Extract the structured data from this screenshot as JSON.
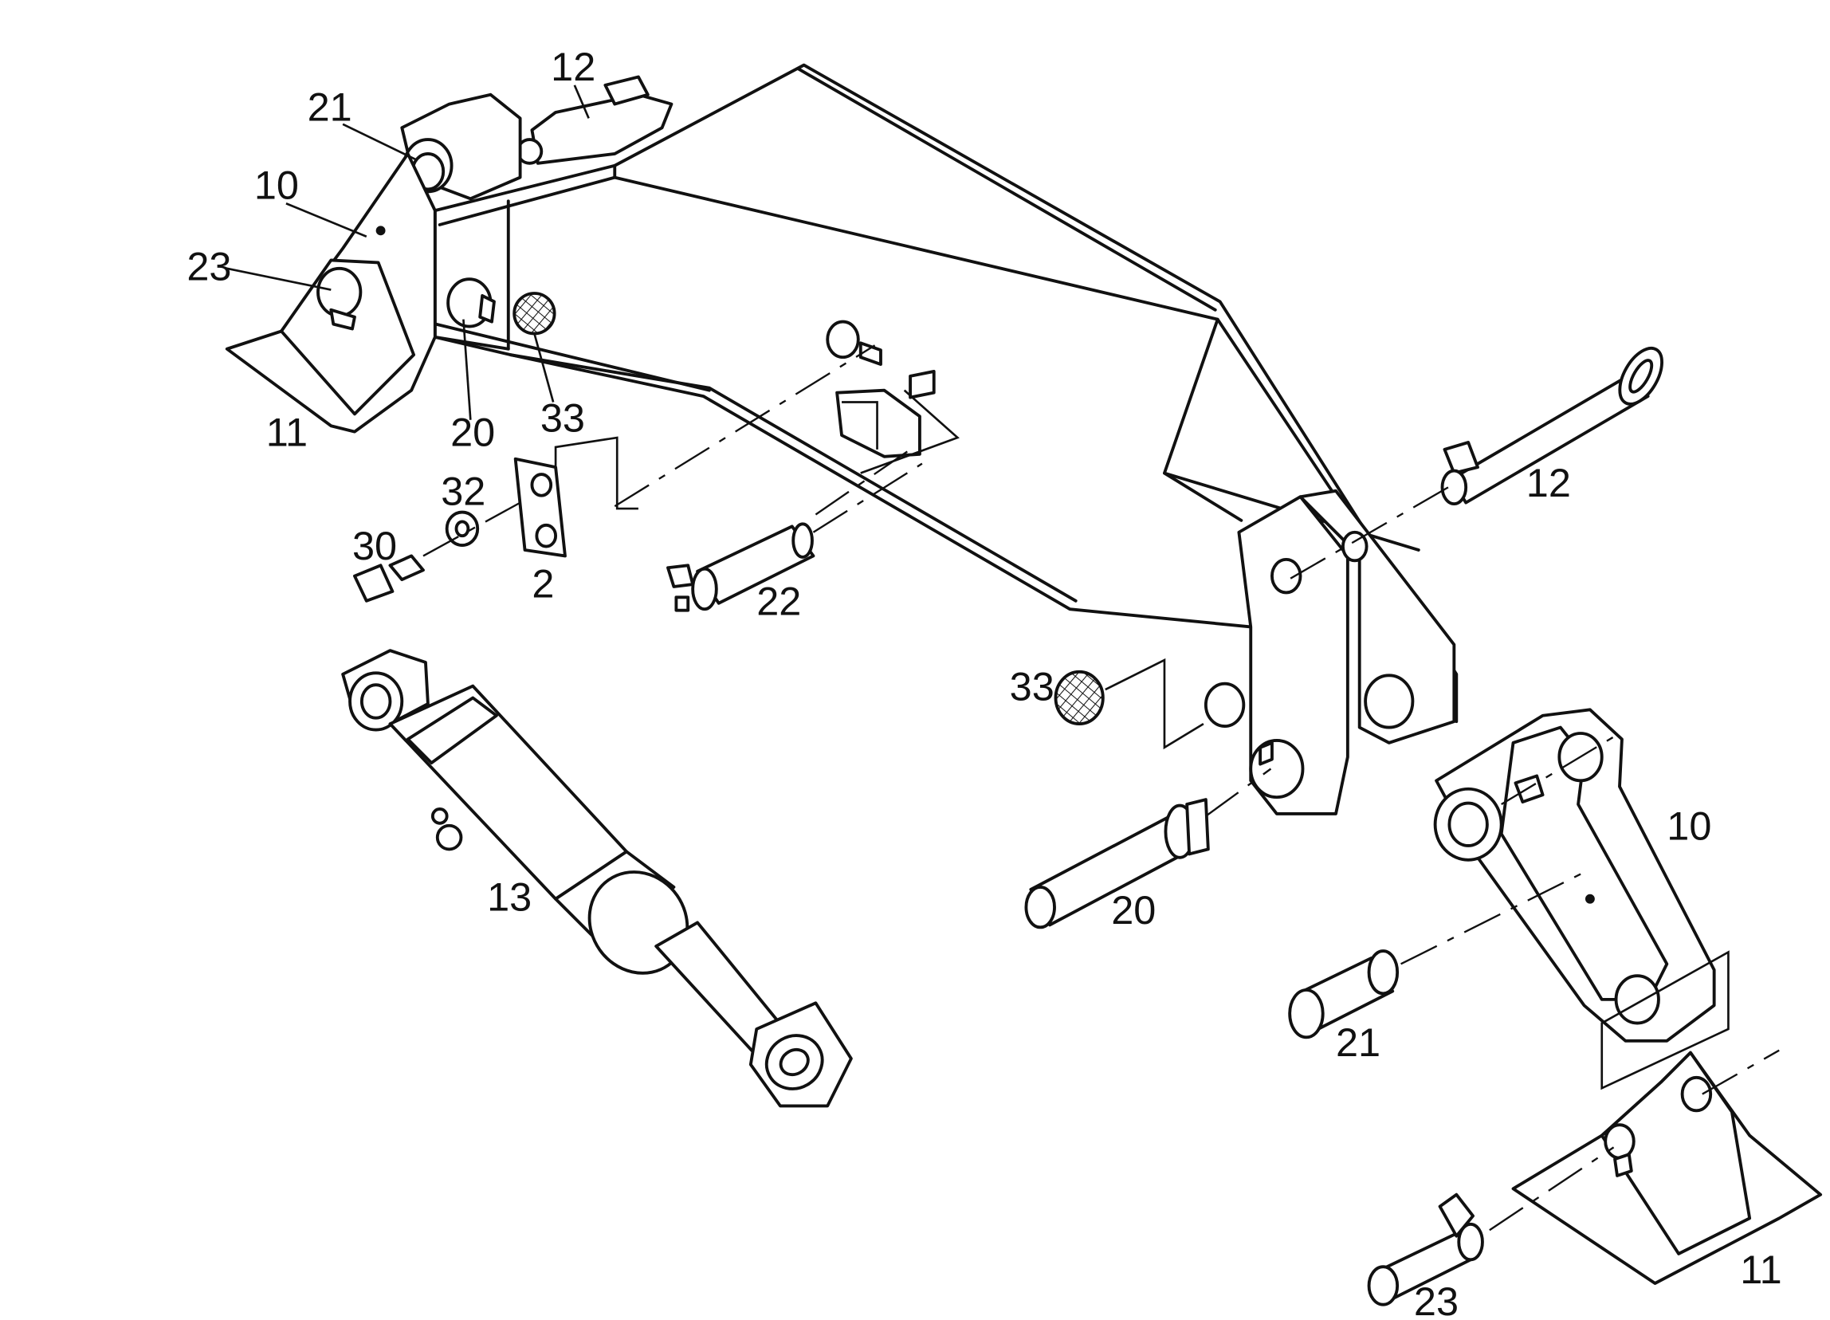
{
  "callouts": [
    {
      "id": "c12a",
      "text": "12"
    },
    {
      "id": "c21a",
      "text": "21"
    },
    {
      "id": "c10a",
      "text": "10"
    },
    {
      "id": "c23a",
      "text": "23"
    },
    {
      "id": "c11a",
      "text": "11"
    },
    {
      "id": "c20a",
      "text": "20"
    },
    {
      "id": "c33a",
      "text": "33"
    },
    {
      "id": "c32",
      "text": "32"
    },
    {
      "id": "c30",
      "text": "30"
    },
    {
      "id": "c2",
      "text": "2"
    },
    {
      "id": "c22",
      "text": "22"
    },
    {
      "id": "c12b",
      "text": "12"
    },
    {
      "id": "c13",
      "text": "13"
    },
    {
      "id": "c33b",
      "text": "33"
    },
    {
      "id": "c20b",
      "text": "20"
    },
    {
      "id": "c10b",
      "text": "10"
    },
    {
      "id": "c21b",
      "text": "21"
    },
    {
      "id": "c11b",
      "text": "11"
    },
    {
      "id": "c23b",
      "text": "23"
    }
  ],
  "colors": {
    "ink": "#111111",
    "paper": "#ffffff"
  }
}
